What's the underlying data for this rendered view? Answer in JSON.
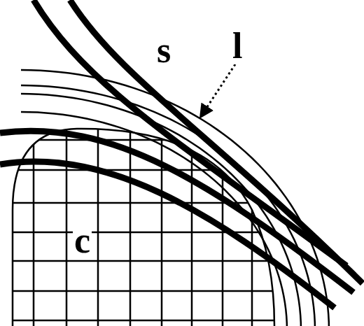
{
  "diagram": {
    "labels": [
      "s",
      "l",
      "c"
    ]
  }
}
